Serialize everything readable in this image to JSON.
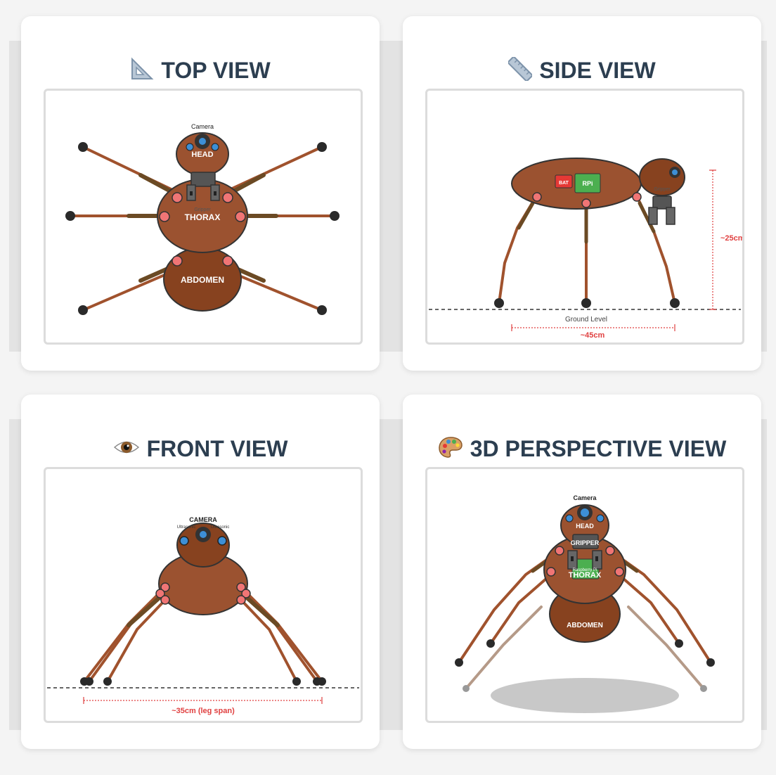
{
  "panels": {
    "top": {
      "title": "TOP VIEW",
      "icon": "triangle-ruler-icon",
      "labels": {
        "camera": "Camera",
        "head": "HEAD",
        "gripper": "Gripper",
        "thorax": "THORAX",
        "abdomen": "ABDOMEN"
      }
    },
    "side": {
      "title": "SIDE VIEW",
      "icon": "ruler-icon",
      "labels": {
        "battery": "BAT",
        "rpi": "RPi",
        "gripper": "Gripper",
        "ground": "Ground Level",
        "length": "~45cm",
        "height": "~25cm"
      }
    },
    "front": {
      "title": "FRONT VIEW",
      "icon": "eye-icon",
      "labels": {
        "camera": "CAMERA",
        "ultrasonic_left": "Ultrasonic",
        "ultrasonic_right": "Ultrasonic",
        "span": "~35cm (leg span)"
      }
    },
    "perspective": {
      "title": "3D PERSPECTIVE VIEW",
      "icon": "palette-icon",
      "labels": {
        "camera": "Camera",
        "head": "HEAD",
        "gripper": "GRIPPER",
        "raspberry": "Raspberry Pi",
        "thorax": "THORAX",
        "abdomen": "ABDOMEN"
      }
    }
  },
  "colors": {
    "body": "#9b5230",
    "body_dark": "#87421f",
    "leg": "#a0522d",
    "leg_dark": "#6b4a24",
    "joint": "#f07575",
    "foot": "#2a2a2a",
    "eye": "#3d8fd6",
    "gripper": "#555555",
    "dimension": "#e04040",
    "rpi": "#4caf50",
    "battery": "#e53935",
    "title": "#2c3e50"
  }
}
